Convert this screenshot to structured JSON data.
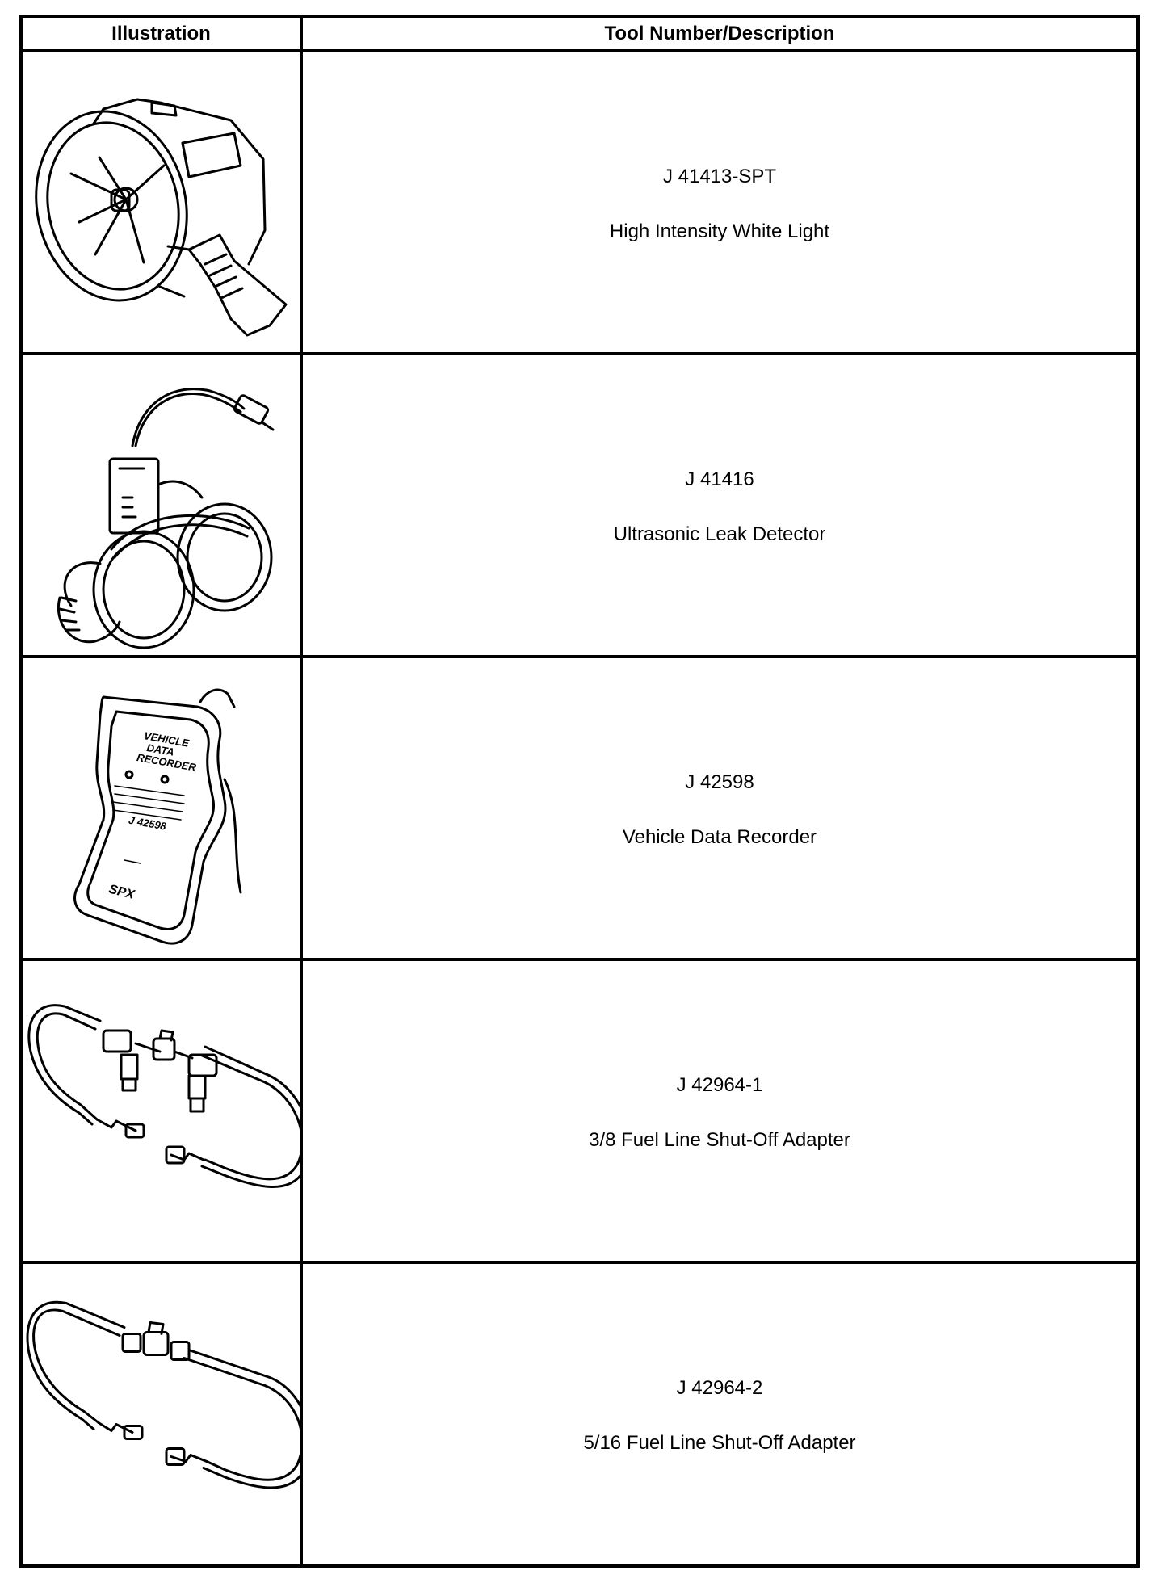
{
  "table": {
    "header": {
      "illustration": "Illustration",
      "description": "Tool Number/Description"
    },
    "rows": [
      {
        "number": "J 41413-SPT",
        "description": "High Intensity White Light",
        "icon": "spotlight-icon"
      },
      {
        "number": "J 41416",
        "description": "Ultrasonic Leak Detector",
        "icon": "leak-detector-icon"
      },
      {
        "number": "J 42598",
        "description": "Vehicle Data Recorder",
        "icon": "data-recorder-icon",
        "device_label": [
          "VEHICLE",
          "DATA",
          "RECORDER"
        ],
        "device_number": "J 42598",
        "device_brand": "SPX"
      },
      {
        "number": "J 42964-1",
        "description": "3/8 Fuel Line Shut-Off Adapter",
        "icon": "fuel-adapter-icon"
      },
      {
        "number": "J 42964-2",
        "description": "5/16 Fuel Line Shut-Off Adapter",
        "icon": "fuel-adapter-icon"
      }
    ]
  }
}
